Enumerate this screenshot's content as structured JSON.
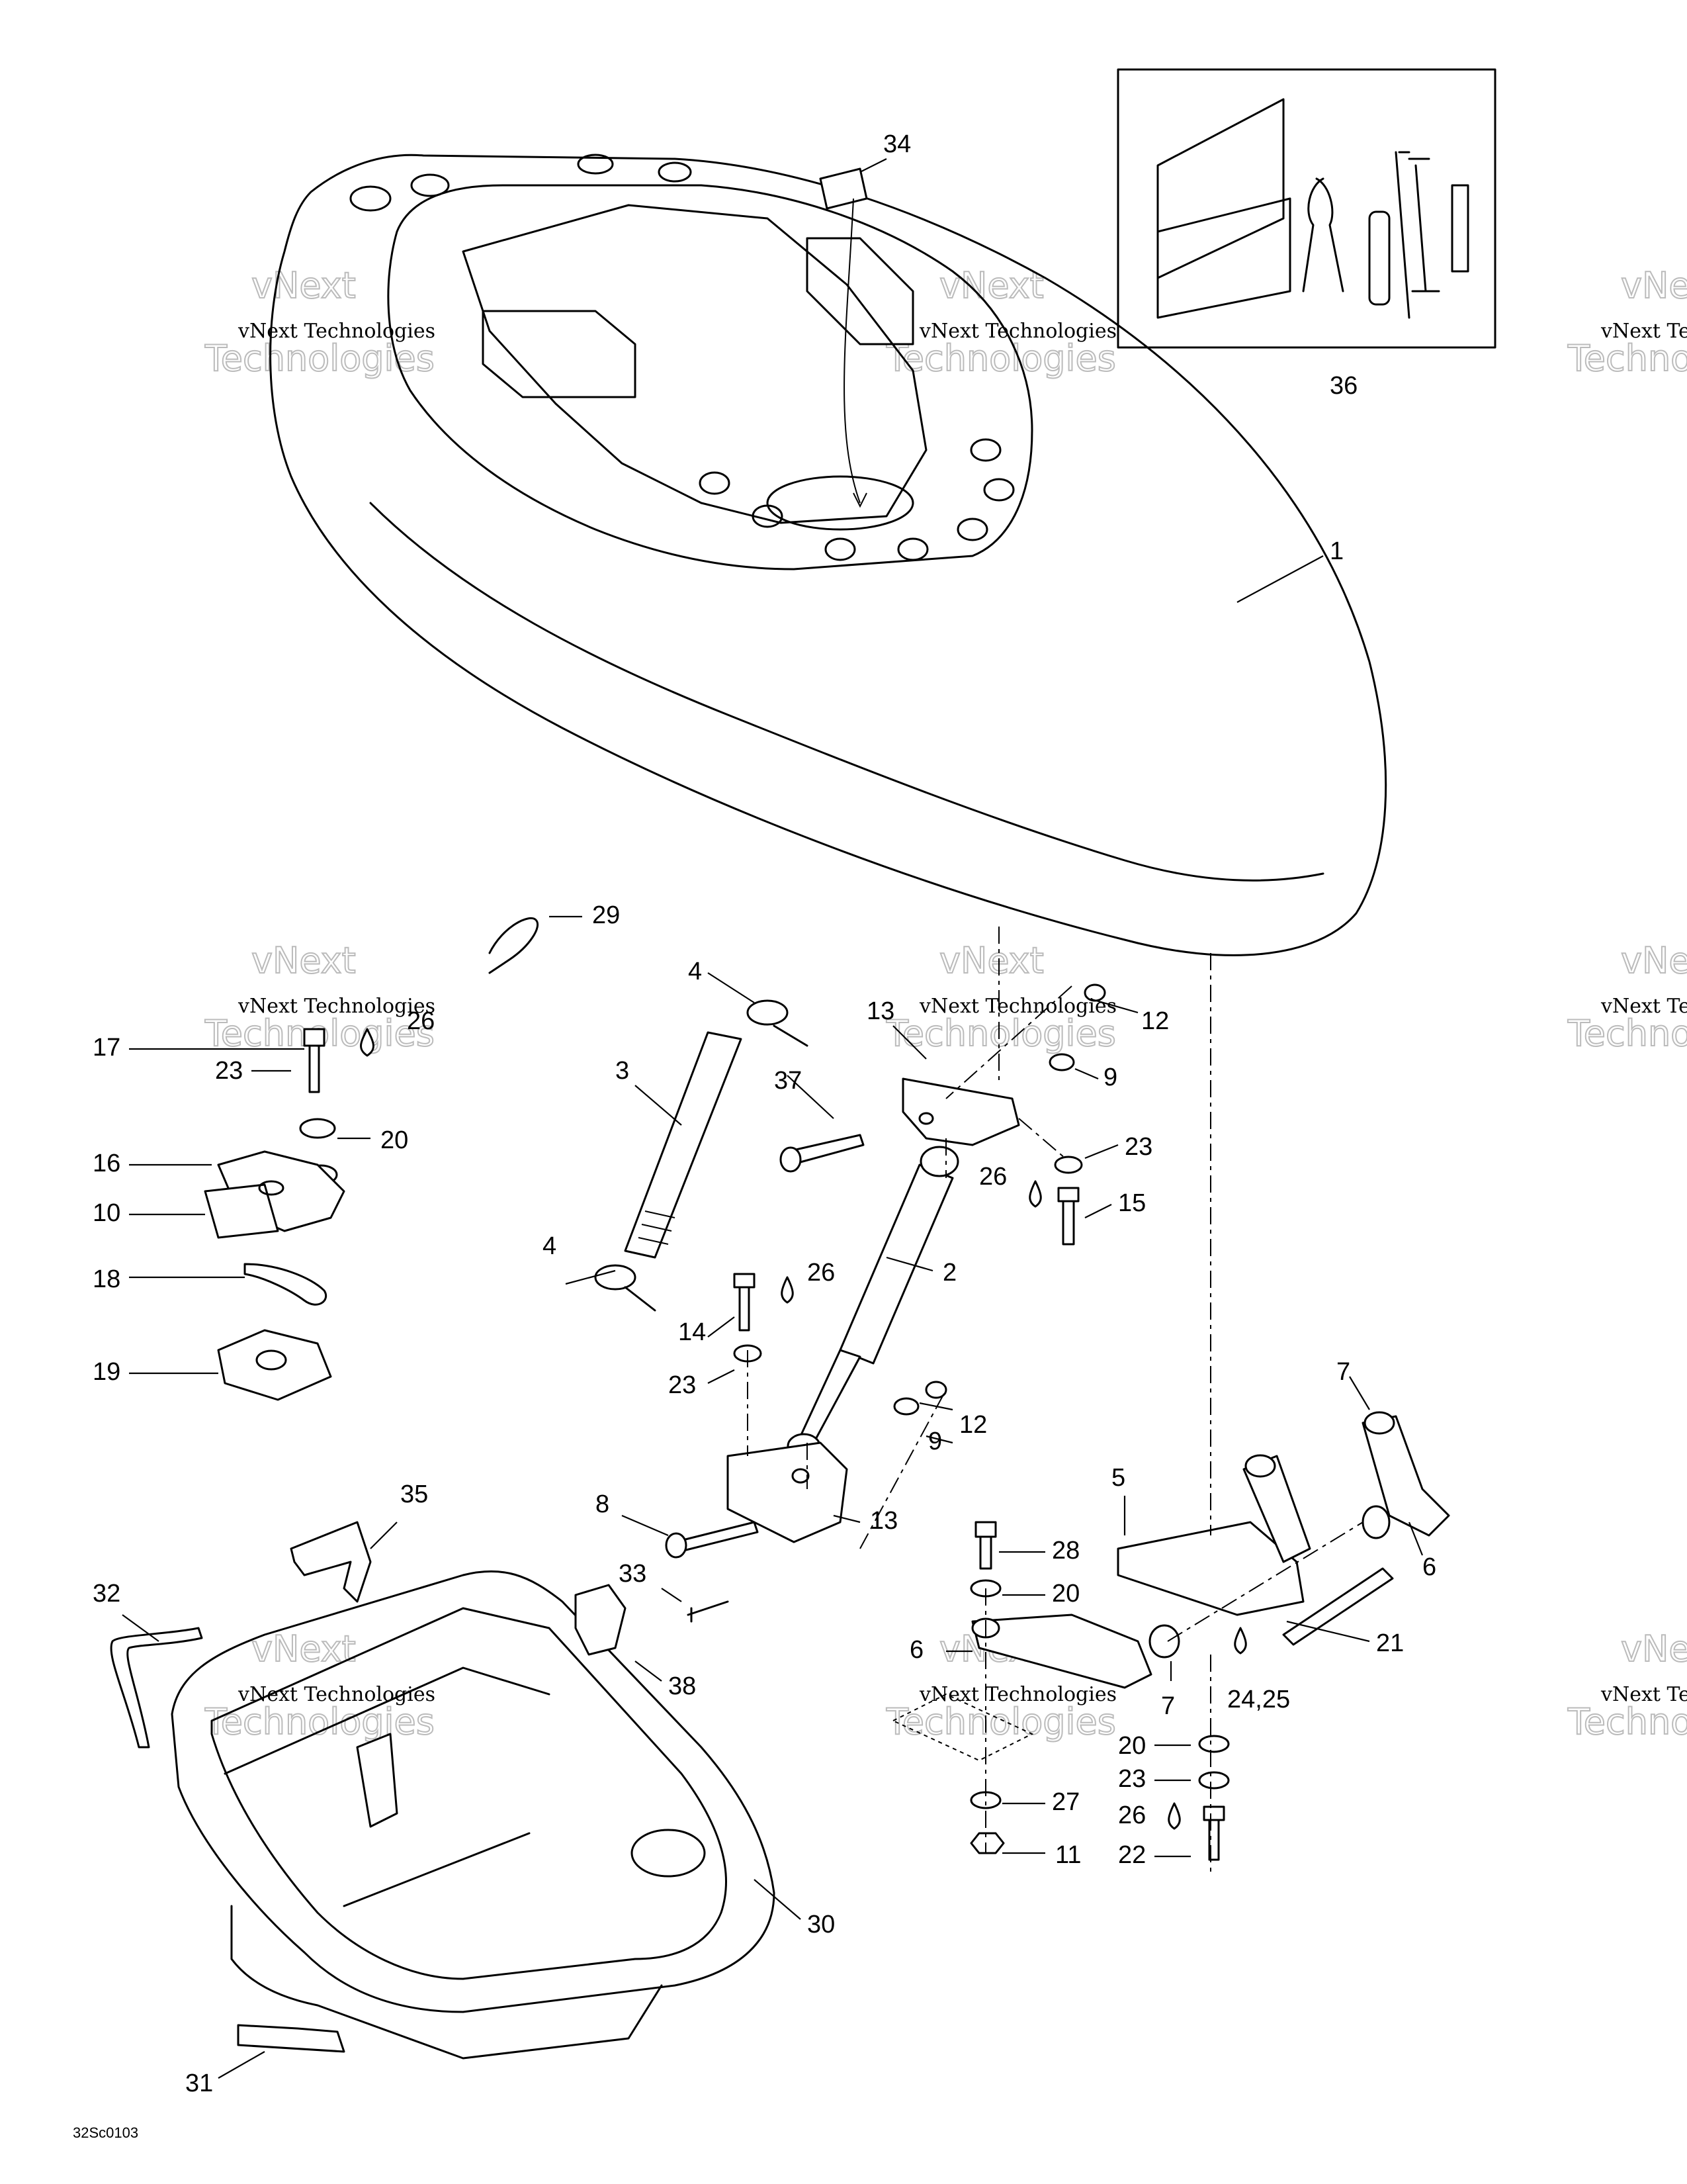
{
  "diagram_code": "32Sc0103",
  "watermark": {
    "line1": "vNext Technologies",
    "line2": "vNext",
    "line3": "Technologies"
  },
  "callouts": {
    "c1": "1",
    "c2": "2",
    "c3": "3",
    "c4a": "4",
    "c4b": "4",
    "c5": "5",
    "c6a": "6",
    "c6b": "6",
    "c7a": "7",
    "c7b": "7",
    "c8": "8",
    "c9a": "9",
    "c9b": "9",
    "c10": "10",
    "c11": "11",
    "c12a": "12",
    "c12b": "12",
    "c13a": "13",
    "c13b": "13",
    "c14": "14",
    "c15": "15",
    "c16": "16",
    "c17": "17",
    "c18": "18",
    "c19": "19",
    "c20a": "20",
    "c20b": "20",
    "c20c": "20",
    "c21": "21",
    "c22": "22",
    "c23a": "23",
    "c23b": "23",
    "c23c": "23",
    "c23d": "23",
    "c2425": "24,25",
    "c26a": "26",
    "c26b": "26",
    "c26c": "26",
    "c26d": "26",
    "c27": "27",
    "c28": "28",
    "c29": "29",
    "c30": "30",
    "c31": "31",
    "c32": "32",
    "c33": "33",
    "c34": "34",
    "c35": "35",
    "c36": "36",
    "c37": "37",
    "c38": "38"
  }
}
